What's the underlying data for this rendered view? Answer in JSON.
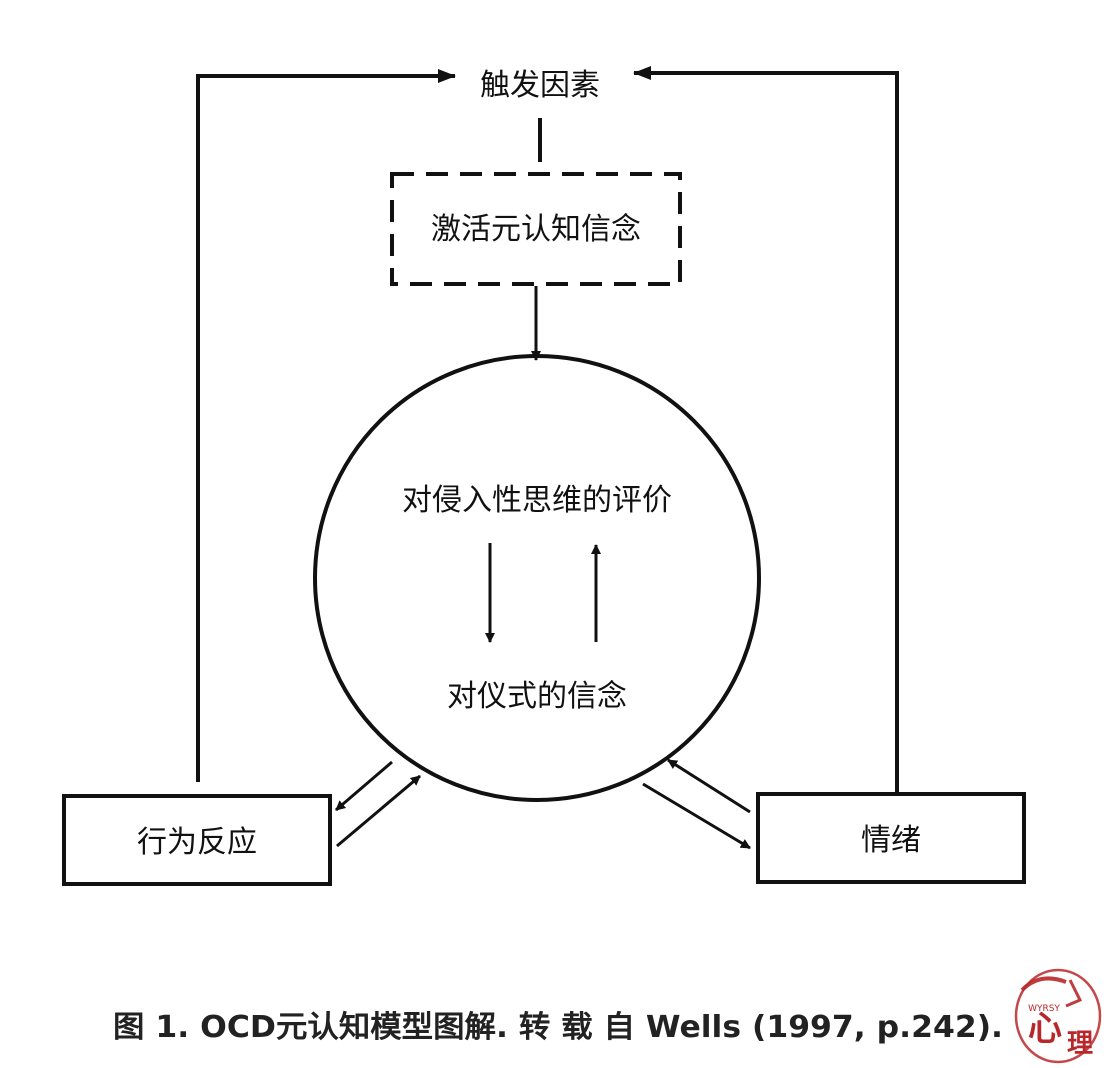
{
  "nodes": {
    "trigger": "触发因素",
    "metacognitive_beliefs": "激活元认知信念",
    "appraisal": "对侵入性思维的评价",
    "ritual_beliefs": "对仪式的信念",
    "behavior": "行为反应",
    "emotion": "情绪"
  },
  "caption": "图 1. OCD元认知模型图解. 转 载 自 Wells (1997, p.242).",
  "watermark": {
    "chars": [
      "心",
      "理"
    ],
    "small_text": "WYRSY"
  },
  "colors": {
    "stroke": "#111111",
    "stamp": "#b8282a"
  }
}
